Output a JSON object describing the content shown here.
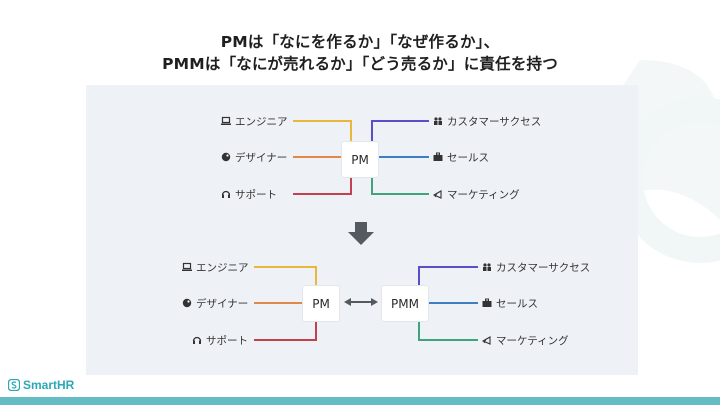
{
  "title": {
    "line1": "PMは「なにを作るか」「なぜ作るか」、",
    "line2": "PMMは「なにが売れるか」「どう売るか」に責任を持つ"
  },
  "top": {
    "center": "PM",
    "left": [
      {
        "label": "エンジニア",
        "icon": "laptop-icon",
        "color": "#e8b83a"
      },
      {
        "label": "デザイナー",
        "icon": "palette-icon",
        "color": "#e0884a"
      },
      {
        "label": "サポート",
        "icon": "headset-icon",
        "color": "#c2414d"
      }
    ],
    "right": [
      {
        "label": "カスタマーサクセス",
        "icon": "people-icon",
        "color": "#5b4fc9"
      },
      {
        "label": "セールス",
        "icon": "briefcase-icon",
        "color": "#3f7fc1"
      },
      {
        "label": "マーケティング",
        "icon": "megaphone-icon",
        "color": "#3fa37b"
      }
    ]
  },
  "bottom": {
    "pm": "PM",
    "pmm": "PMM",
    "left": [
      {
        "label": "エンジニア",
        "icon": "laptop-icon",
        "color": "#e8b83a"
      },
      {
        "label": "デザイナー",
        "icon": "palette-icon",
        "color": "#e0884a"
      },
      {
        "label": "サポート",
        "icon": "headset-icon",
        "color": "#c2414d"
      }
    ],
    "right": [
      {
        "label": "カスタマーサクセス",
        "icon": "people-icon",
        "color": "#5b4fc9"
      },
      {
        "label": "セールス",
        "icon": "briefcase-icon",
        "color": "#3f7fc1"
      },
      {
        "label": "マーケティング",
        "icon": "megaphone-icon",
        "color": "#3fa37b"
      }
    ]
  },
  "arrow_color": "#555a60",
  "logo": {
    "text": "SmartHR",
    "color": "#2aa9b5"
  }
}
